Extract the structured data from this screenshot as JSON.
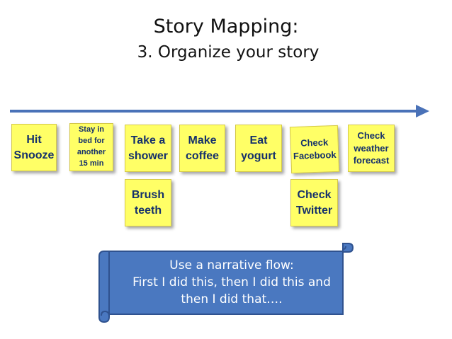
{
  "title": "Story Mapping:",
  "subtitle": "3. Organize your story",
  "notes": {
    "hit_snooze": "Hit\nSnooze",
    "stay_in_bed": "Stay in\nbed for\nanother\n15 min",
    "take_shower": "Take a\nshower",
    "make_coffee": "Make\ncoffee",
    "eat_yogurt": "Eat\nyogurt",
    "check_facebook": "Check\nFacebook",
    "check_weather": "Check\nweather\nforecast",
    "brush_teeth": "Brush\nteeth",
    "check_twitter": "Check\nTwitter"
  },
  "scroll_text": "Use a narrative flow:\nFirst I did this, then I did this and\nthen I did that….",
  "colors": {
    "arrow": "#4a72b8",
    "note_fill": "#ffff66",
    "note_text": "#15306b",
    "scroll_fill": "#4a78c0",
    "scroll_border": "#2f528f"
  }
}
